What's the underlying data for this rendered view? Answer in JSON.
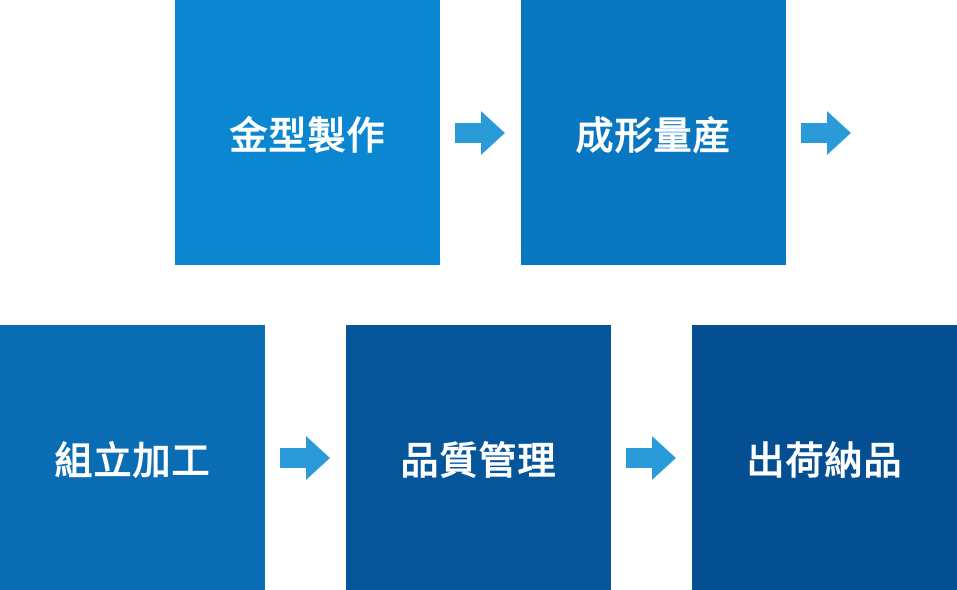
{
  "flow": {
    "steps": [
      {
        "label": "金型製作",
        "color": "#0a87d0"
      },
      {
        "label": "成形量産",
        "color": "#0876c0"
      },
      {
        "label": "組立加工",
        "color": "#0a6cb3"
      },
      {
        "label": "品質管理",
        "color": "#05559a"
      },
      {
        "label": "出荷納品",
        "color": "#044f92"
      }
    ],
    "arrow_color": "#2a9ad8"
  }
}
